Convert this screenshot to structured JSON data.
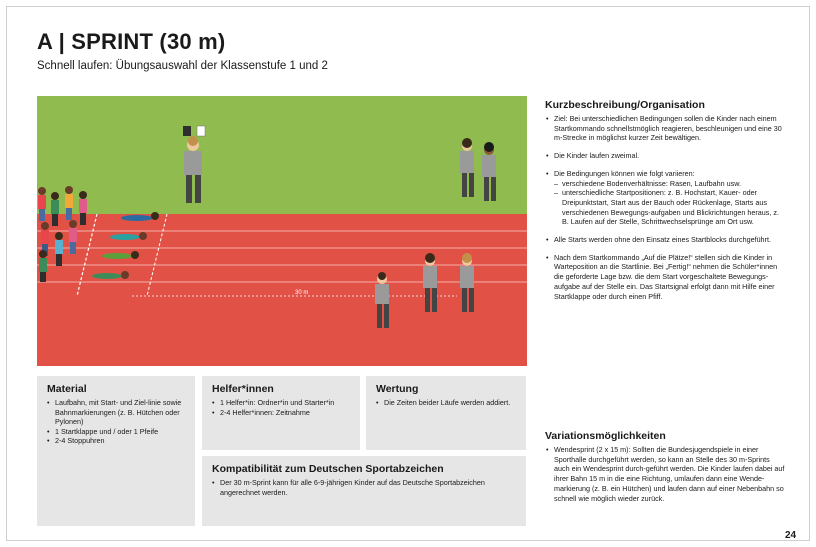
{
  "header": {
    "title": "A | SPRINT (30 m)",
    "subtitle": "Schnell laufen: Übungsauswahl der Klassenstufe 1 und 2"
  },
  "illustration": {
    "distance_label": "30 m",
    "colors": {
      "field": "#8fbb4f",
      "track": "#e25146",
      "lane_line": "#ffffff"
    }
  },
  "material": {
    "heading": "Material",
    "items": [
      "Laufbahn, mit Start- und Ziel-linie sowie Bahnmarkierungen (z. B. Hütchen oder Pylonen)",
      "1 Startklappe und / oder 1 Pfeife",
      "2-4 Stoppuhren"
    ]
  },
  "helfer": {
    "heading": "Helfer*innen",
    "items": [
      "1 Helfer*in: Ordner*in und Starter*in",
      "2-4 Helfer*innen: Zeitnahme"
    ]
  },
  "wertung": {
    "heading": "Wertung",
    "items": [
      "Die Zeiten beider Läufe werden addiert."
    ]
  },
  "kompat": {
    "heading": "Kompatibilität zum Deutschen Sportabzeichen",
    "items": [
      "Der 30 m-Sprint kann für alle 6-9-jährigen Kinder auf das Deutsche Sportabzeichen angerechnet werden."
    ]
  },
  "kurz": {
    "heading": "Kurzbeschreibung/Organisation",
    "item1": "Ziel: Bei unterschiedlichen Bedingungen sollen die Kinder nach einem Startkommando schnellstmöglich reagieren, beschleunigen und eine 30 m-Strecke in möglichst kurzer Zeit bewältigen.",
    "item2": "Die Kinder laufen zweimal.",
    "item3_intro": "Die Bedingungen können wie folgt variieren:",
    "item3_sub1": "verschiedene Bodenverhältnisse: Rasen, Laufbahn usw.",
    "item3_sub2": "unterschiedliche Startpositionen: z. B. Hochstart, Kauer- oder Dreipunktstart, Start aus der Bauch oder Rückenlage, Starts aus verschiedenen Bewegungs-aufgaben und Blickrichtungen heraus, z. B. Laufen auf der Stelle, Schrittwechselsprünge am Ort usw.",
    "item4": "Alle Starts werden ohne den Einsatz eines Startblocks durchgeführt.",
    "item5": "Nach dem Startkommando „Auf die Plätze!“ stellen sich die Kinder in Warteposition an die Startlinie. Bei „Fertig!“ nehmen die Schüler*innen die geforderte Lage bzw. die dem Start vorgeschaltete Bewegungs-aufgabe auf der Stelle ein. Das Startsignal erfolgt dann mit Hilfe einer Startklappe oder durch einen Pfiff."
  },
  "variation": {
    "heading": "Variationsmöglichkeiten",
    "item1": "Wendesprint (2 x 15 m): Sollten die Bundesjugendspiele in einer Sporthalle durchgeführt werden, so kann an Stelle des 30 m-Sprints auch ein Wendesprint durch-geführt werden. Die Kinder laufen dabei auf ihrer Bahn 15 m in die eine Richtung, umlaufen dann eine Wende-markierung (z. B. ein Hütchen) und laufen dann auf einer Nebenbahn so schnell wie möglich wieder zurück."
  },
  "page_number": "24"
}
